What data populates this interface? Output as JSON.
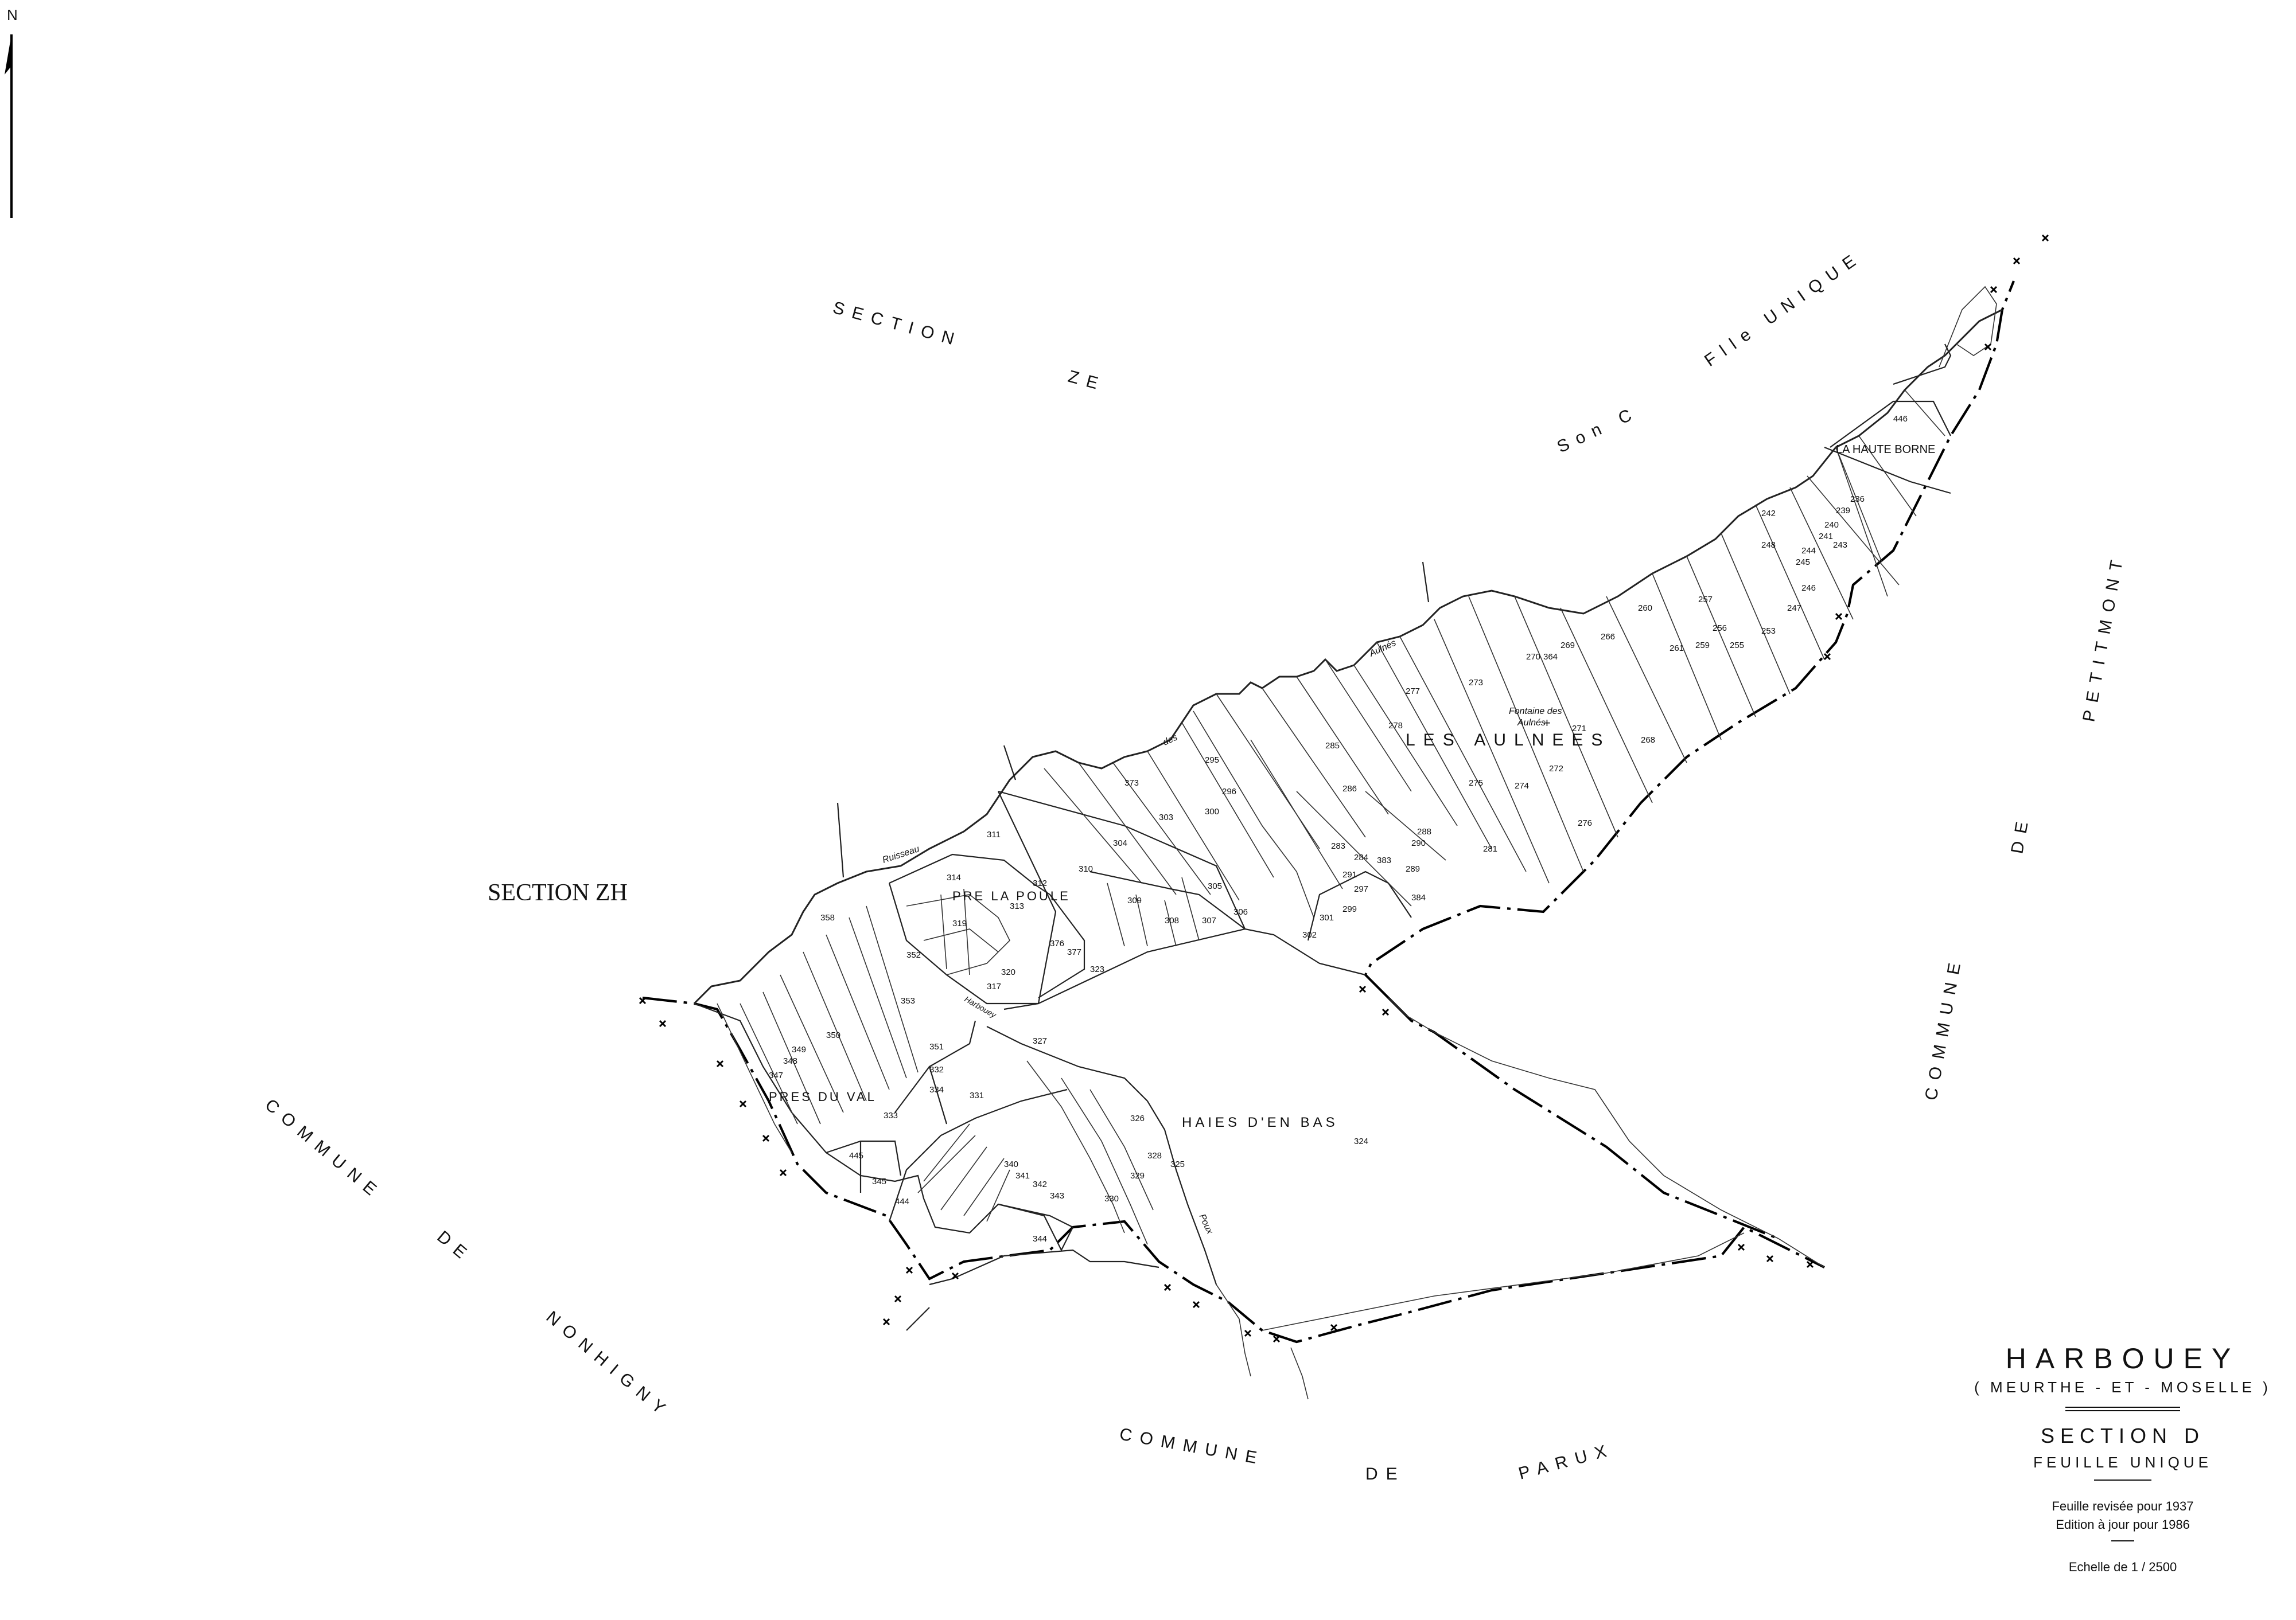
{
  "north": {
    "label": "N"
  },
  "labels": {
    "section_ze_a": "SECTION",
    "section_ze_b": "ZE",
    "section_c_a": "Son C",
    "section_c_b": "Flle UNIQUE",
    "section_zh": "SECTION  ZH",
    "commune_nonhigny_a": "COMMUNE",
    "commune_nonhigny_b": "DE",
    "commune_nonhigny_c": "NONHIGNY",
    "commune_parux_a": "COMMUNE",
    "commune_parux_b": "DE",
    "commune_parux_c": "PARUX",
    "commune_petitmont_a": "COMMUNE",
    "commune_petitmont_b": "DE",
    "commune_petitmont_c": "PETITMONT"
  },
  "places": {
    "la_haute_borne": "LA HAUTE BORNE",
    "les_aulnees": "LES AULNEES",
    "pre_la_poule": "PRE LA POULE",
    "pres_du_val": "PRES DU VAL",
    "haies_den_bas": "HAIES D'EN BAS",
    "fontaine_a": "Fontaine des",
    "fontaine_b": "Aulnés",
    "ruisseau": "Ruisseau",
    "des": "des",
    "aulnes": "Aulnés",
    "harbouey_road": "Harbouey",
    "poux": "Poux"
  },
  "parcels": [
    "446",
    "236",
    "239",
    "242",
    "240",
    "241",
    "243",
    "244",
    "245",
    "248",
    "246",
    "247",
    "257",
    "260",
    "256",
    "253",
    "261",
    "259",
    "255",
    "266",
    "269",
    "364",
    "270",
    "277",
    "273",
    "271",
    "268",
    "278",
    "285",
    "286",
    "295",
    "296",
    "300",
    "303",
    "373",
    "304",
    "310",
    "311",
    "312",
    "313",
    "314",
    "305",
    "306",
    "307",
    "308",
    "309",
    "302",
    "301",
    "299",
    "297",
    "291",
    "283",
    "284",
    "275",
    "274",
    "272",
    "276",
    "281",
    "384",
    "383",
    "289",
    "290",
    "288",
    "323",
    "377",
    "376",
    "320",
    "319",
    "317",
    "327",
    "358",
    "352",
    "353",
    "351",
    "350",
    "349",
    "348",
    "347",
    "332",
    "333",
    "334",
    "331",
    "326",
    "325",
    "329",
    "330",
    "328",
    "342",
    "343",
    "341",
    "340",
    "344",
    "345",
    "445",
    "444",
    "324"
  ],
  "cartouche": {
    "town": "HARBOUEY",
    "department": "( MEURTHE - ET - MOSELLE )",
    "section": "SECTION  D",
    "sheet": "FEUILLE  UNIQUE",
    "revised": "Feuille revisée pour 1937",
    "updated": "Edition à jour pour 1986",
    "scale": "Echelle  de  1 / 2500"
  }
}
